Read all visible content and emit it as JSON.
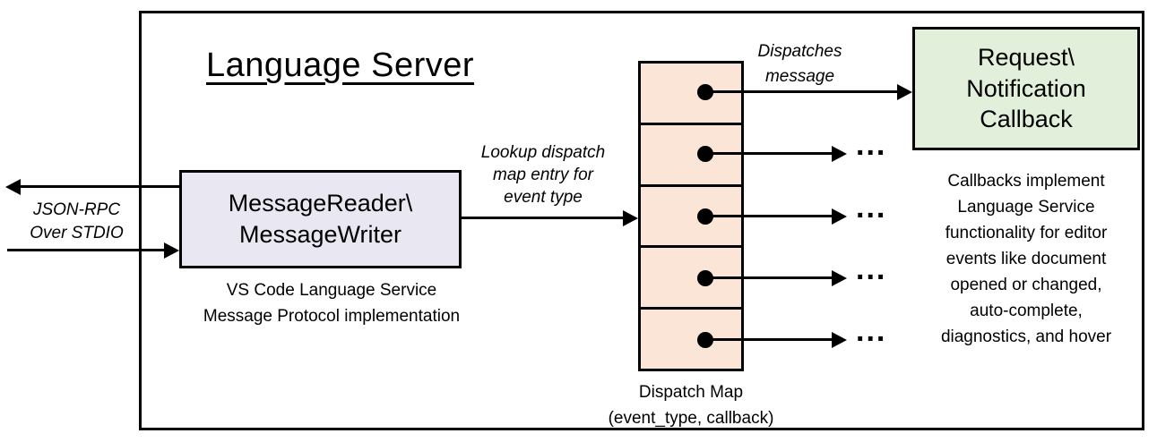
{
  "title": "Language Server",
  "left_io": {
    "label": "JSON-RPC\nOver STDIO"
  },
  "message_box": {
    "label": "MessageReader\\\nMessageWriter",
    "caption": "VS Code Language Service\nMessage Protocol implementation"
  },
  "lookup_arrow": {
    "label": "Lookup dispatch\nmap entry for\nevent type"
  },
  "dispatch_arrow": {
    "label": "Dispatches\nmessage"
  },
  "dispatch_map": {
    "caption": "Dispatch Map\n(event_type, callback)",
    "row_count": 5
  },
  "callback_box": {
    "label": "Request\\\nNotification\nCallback",
    "caption": "Callbacks implement\nLanguage Service\nfunctionality for editor\nevents like document\nopened or changed,\nauto-complete,\ndiagnostics, and hover"
  },
  "ellipsis": "...",
  "colors": {
    "message_box_fill": "#e8e7f2",
    "dispatch_cell_fill": "#fbe5d6",
    "callback_box_fill": "#e2efda",
    "stroke": "#000000"
  }
}
